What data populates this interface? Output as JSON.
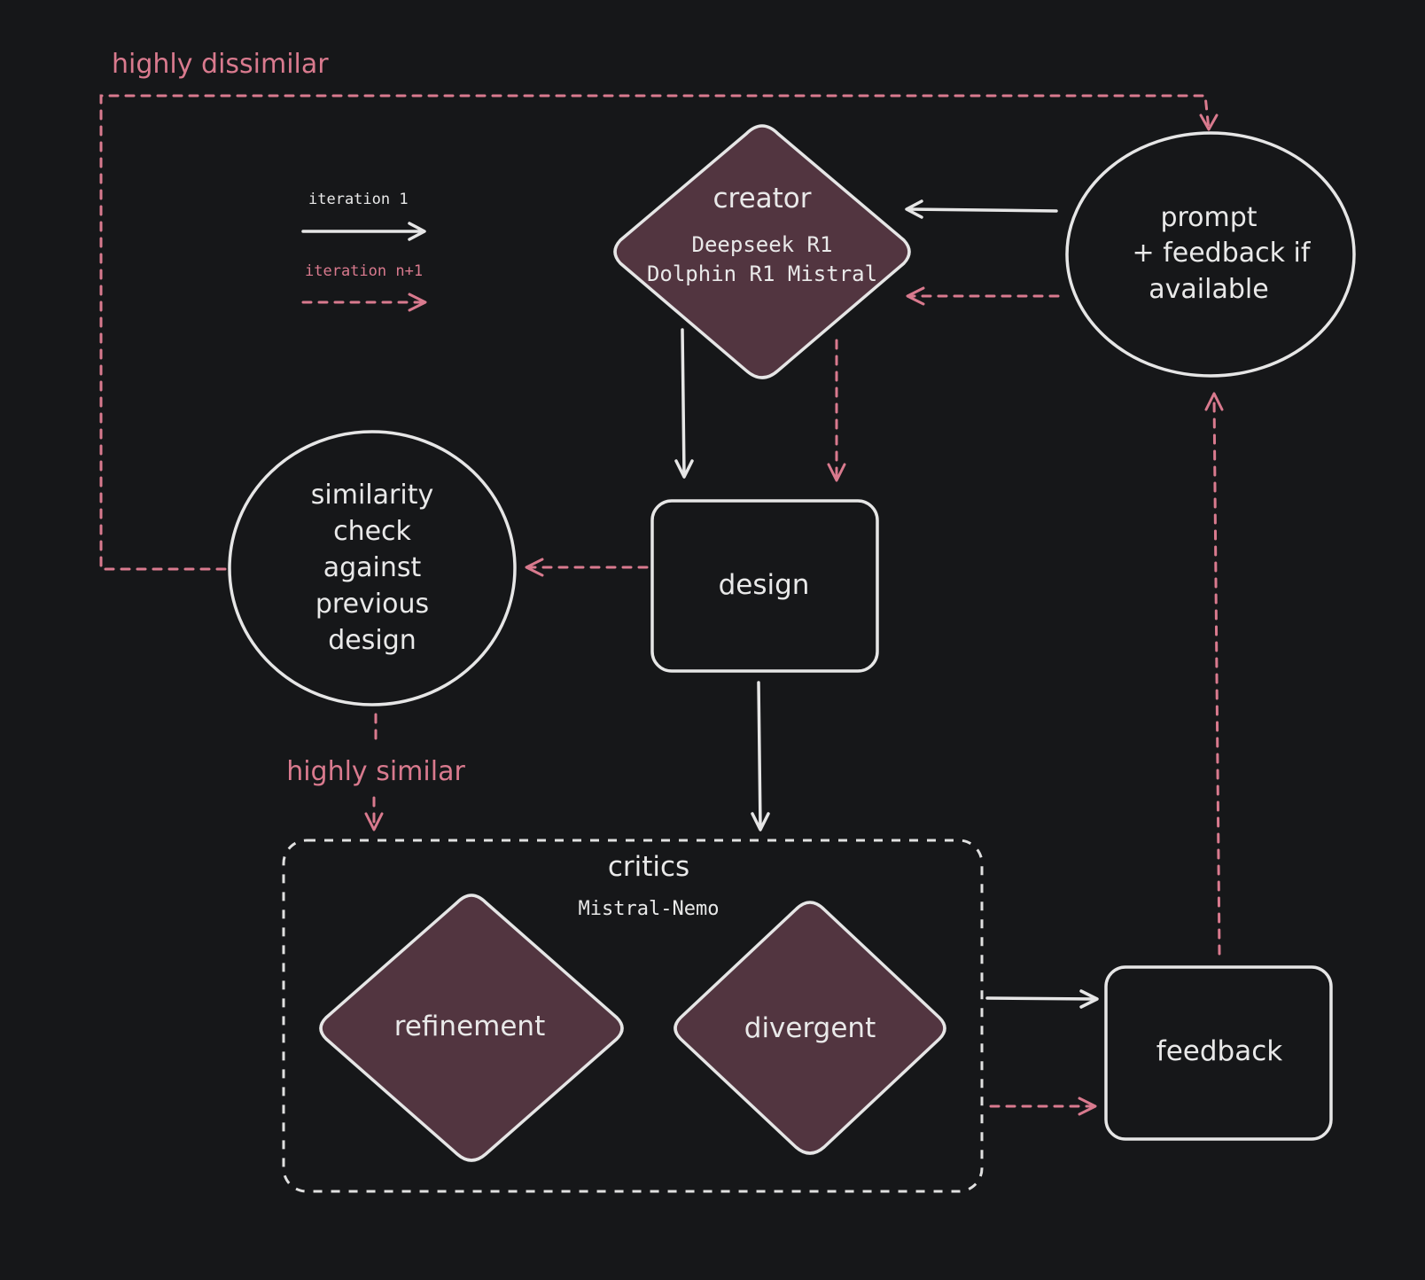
{
  "labels": {
    "highly_dissimilar": "highly dissimilar",
    "highly_similar": "highly similar"
  },
  "legend": {
    "iteration_1": "iteration 1",
    "iteration_n1": "iteration n+1"
  },
  "creator": {
    "title": "creator",
    "model_line1": "Deepseek R1",
    "model_line2": "Dolphin R1 Mistral"
  },
  "prompt": {
    "line1": "prompt",
    "line2": "+ feedback if",
    "line3": "available"
  },
  "design": {
    "label": "design"
  },
  "similarity": {
    "line1": "similarity",
    "line2": "check",
    "line3": "against",
    "line4": "previous",
    "line5": "design"
  },
  "critics": {
    "title": "critics",
    "model": "Mistral-Nemo",
    "refinement": "refinement",
    "divergent": "divergent"
  },
  "feedback": {
    "label": "feedback"
  },
  "colors": {
    "background": "#161719",
    "stroke": "#e6e6e6",
    "accent_pink": "#d97a8e",
    "diamond_fill": "#523540"
  }
}
